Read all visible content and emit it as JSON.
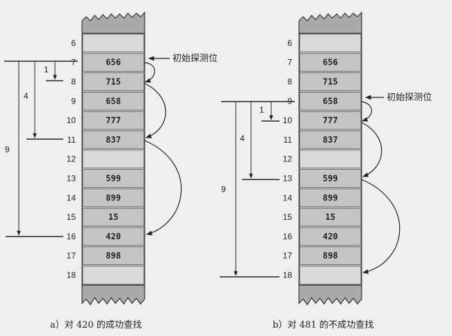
{
  "panel_a": {
    "caption": "a）对 420 的成功查找",
    "probe_label": "初始探测位",
    "rows": [
      {
        "index": "6",
        "value": ""
      },
      {
        "index": "7",
        "value": "656"
      },
      {
        "index": "8",
        "value": "715"
      },
      {
        "index": "9",
        "value": "658"
      },
      {
        "index": "10",
        "value": "777"
      },
      {
        "index": "11",
        "value": "837"
      },
      {
        "index": "12",
        "value": ""
      },
      {
        "index": "13",
        "value": "599"
      },
      {
        "index": "14",
        "value": "899"
      },
      {
        "index": "15",
        "value": "15"
      },
      {
        "index": "16",
        "value": "420"
      },
      {
        "index": "17",
        "value": "898"
      },
      {
        "index": "18",
        "value": ""
      }
    ],
    "steps": [
      "1",
      "4",
      "9"
    ]
  },
  "panel_b": {
    "caption": "b）对 481 的不成功查找",
    "probe_label": "初始探测位",
    "rows": [
      {
        "index": "6",
        "value": ""
      },
      {
        "index": "7",
        "value": "656"
      },
      {
        "index": "8",
        "value": "715"
      },
      {
        "index": "9",
        "value": "658"
      },
      {
        "index": "10",
        "value": "777"
      },
      {
        "index": "11",
        "value": "837"
      },
      {
        "index": "12",
        "value": ""
      },
      {
        "index": "13",
        "value": "599"
      },
      {
        "index": "14",
        "value": "899"
      },
      {
        "index": "15",
        "value": "15"
      },
      {
        "index": "16",
        "value": "420"
      },
      {
        "index": "17",
        "value": "898"
      },
      {
        "index": "18",
        "value": ""
      }
    ],
    "steps": [
      "1",
      "4",
      "9"
    ]
  }
}
